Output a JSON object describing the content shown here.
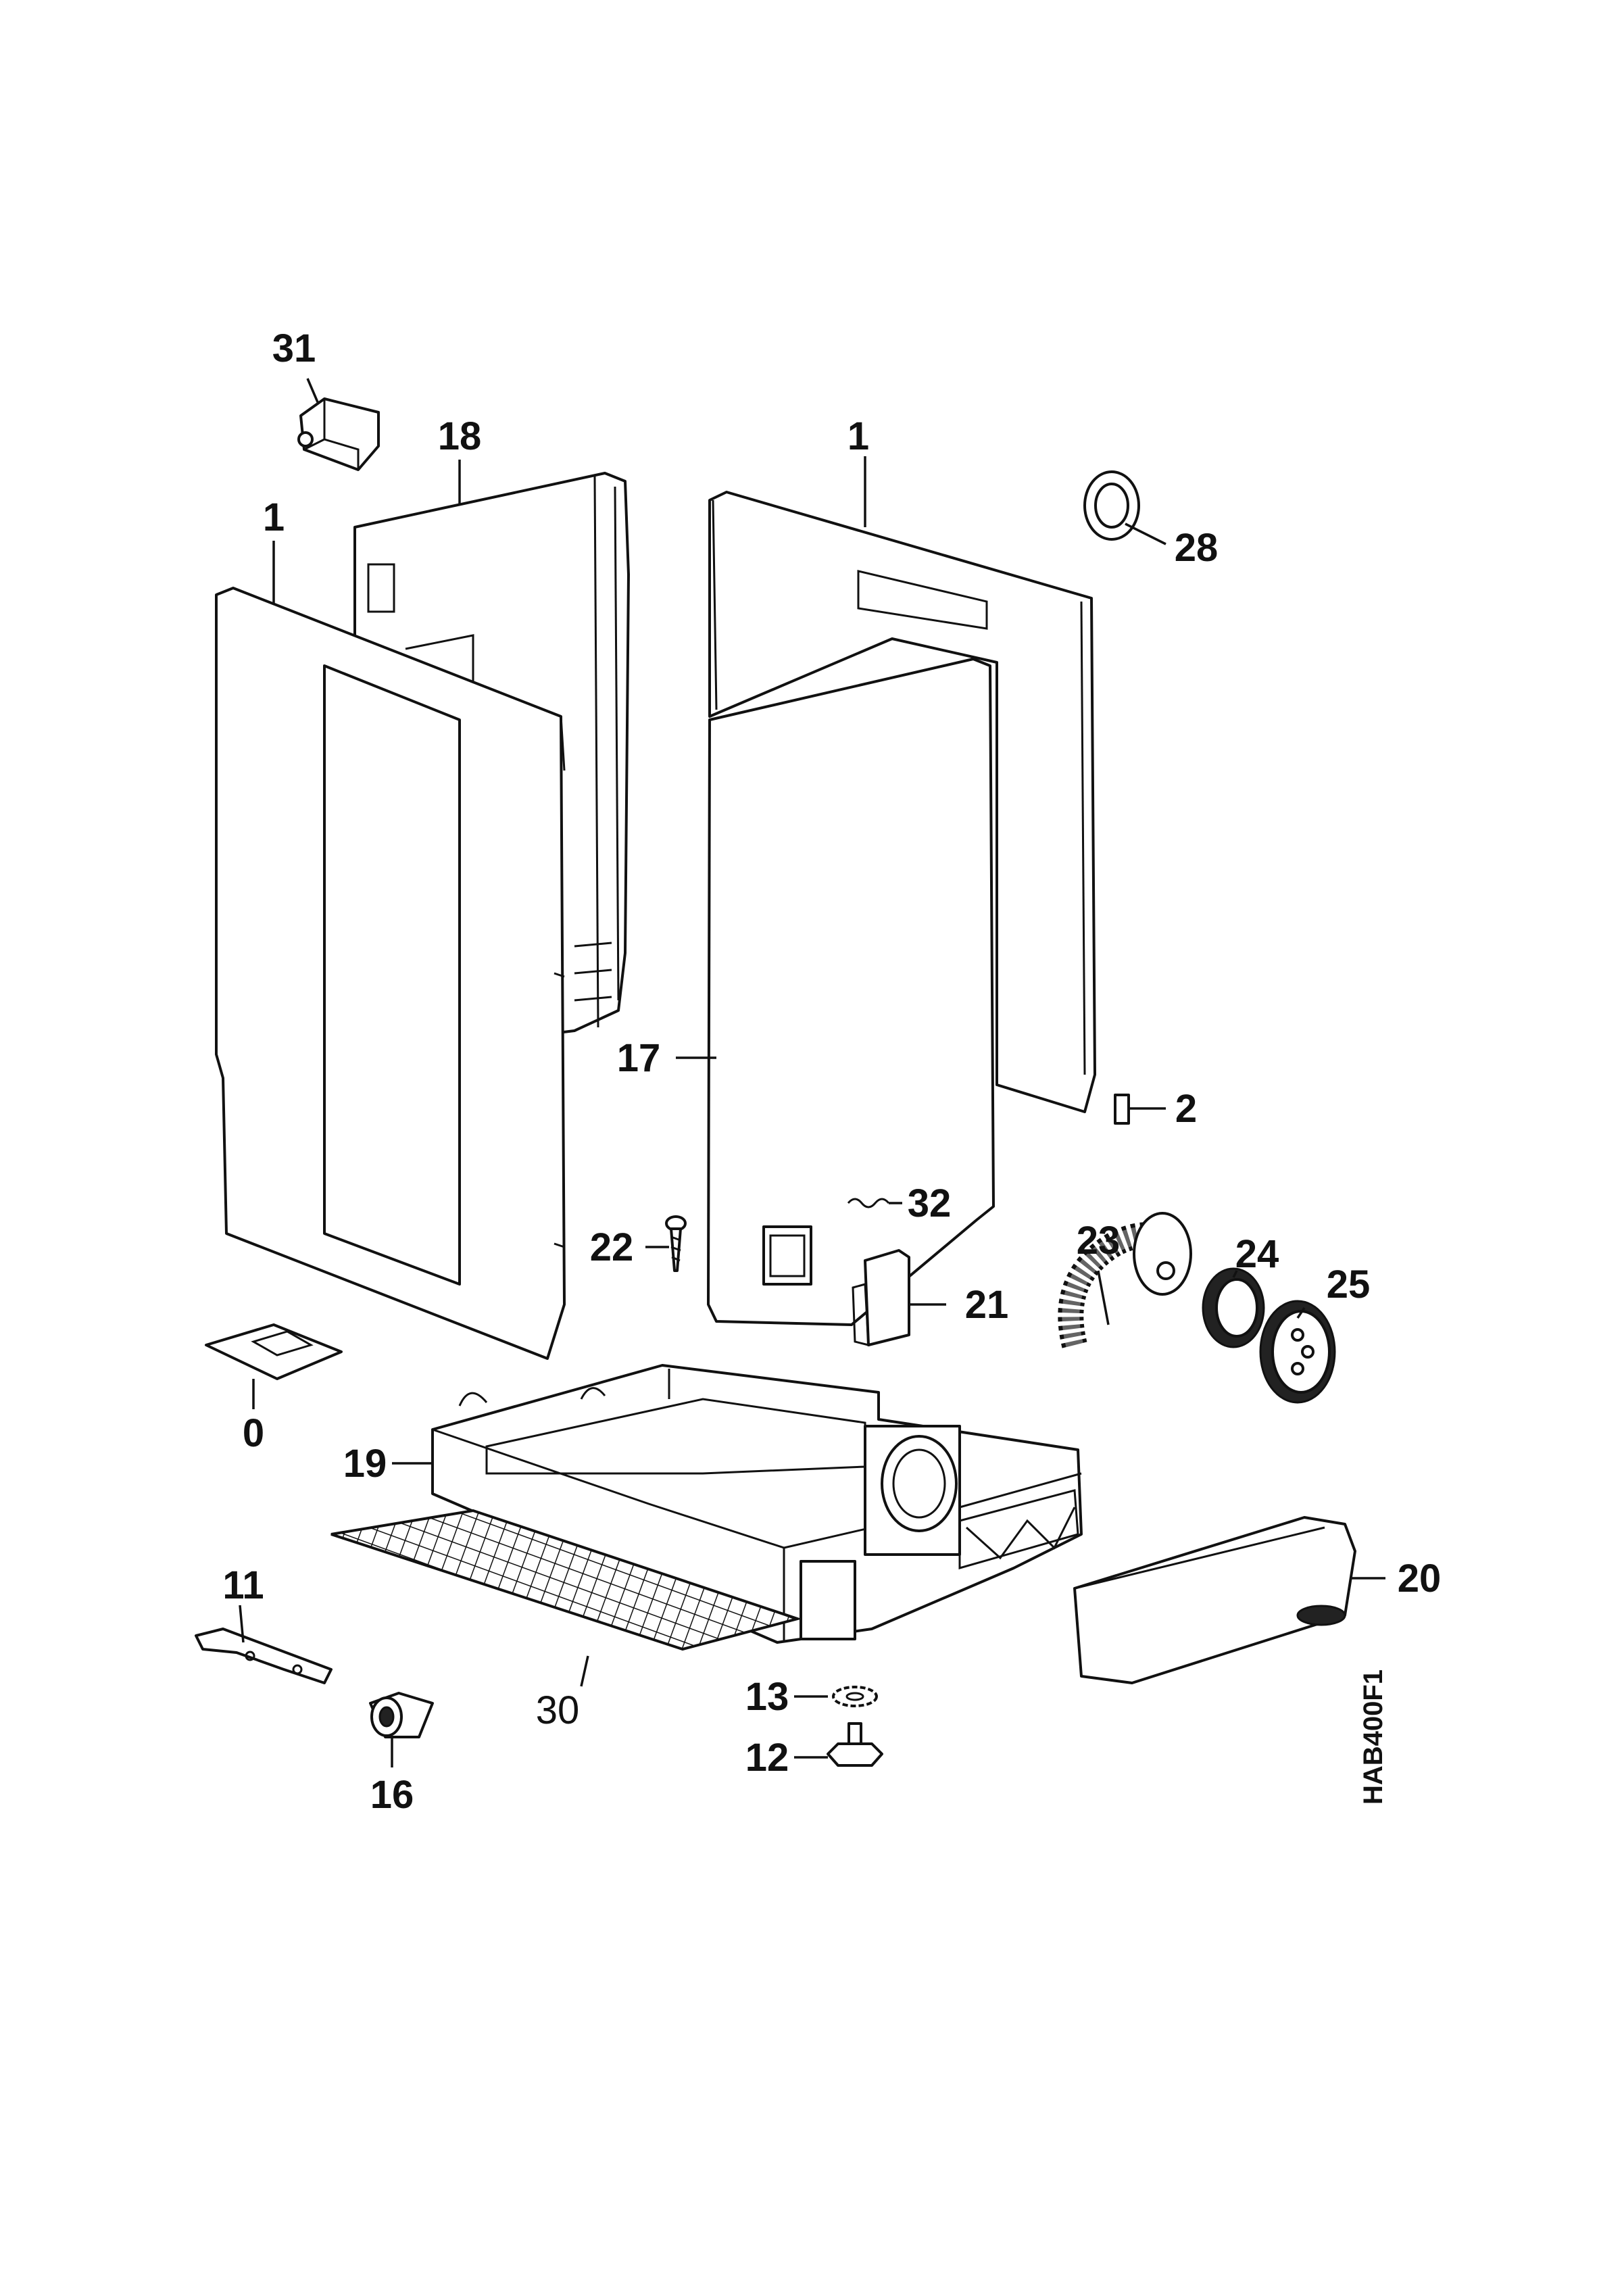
{
  "callouts": {
    "p31": "31",
    "p18": "18",
    "p1_left": "1",
    "p1_right": "1",
    "p28": "28",
    "p2": "2",
    "p17": "17",
    "p32": "32",
    "p22": "22",
    "p23": "23",
    "p24": "24",
    "p25": "25",
    "p21": "21",
    "p0": "0",
    "p19": "19",
    "p20": "20",
    "p11": "11",
    "p30": "30",
    "p13": "13",
    "p12": "12",
    "p16": "16"
  },
  "drawing_code": "HAB400F1"
}
